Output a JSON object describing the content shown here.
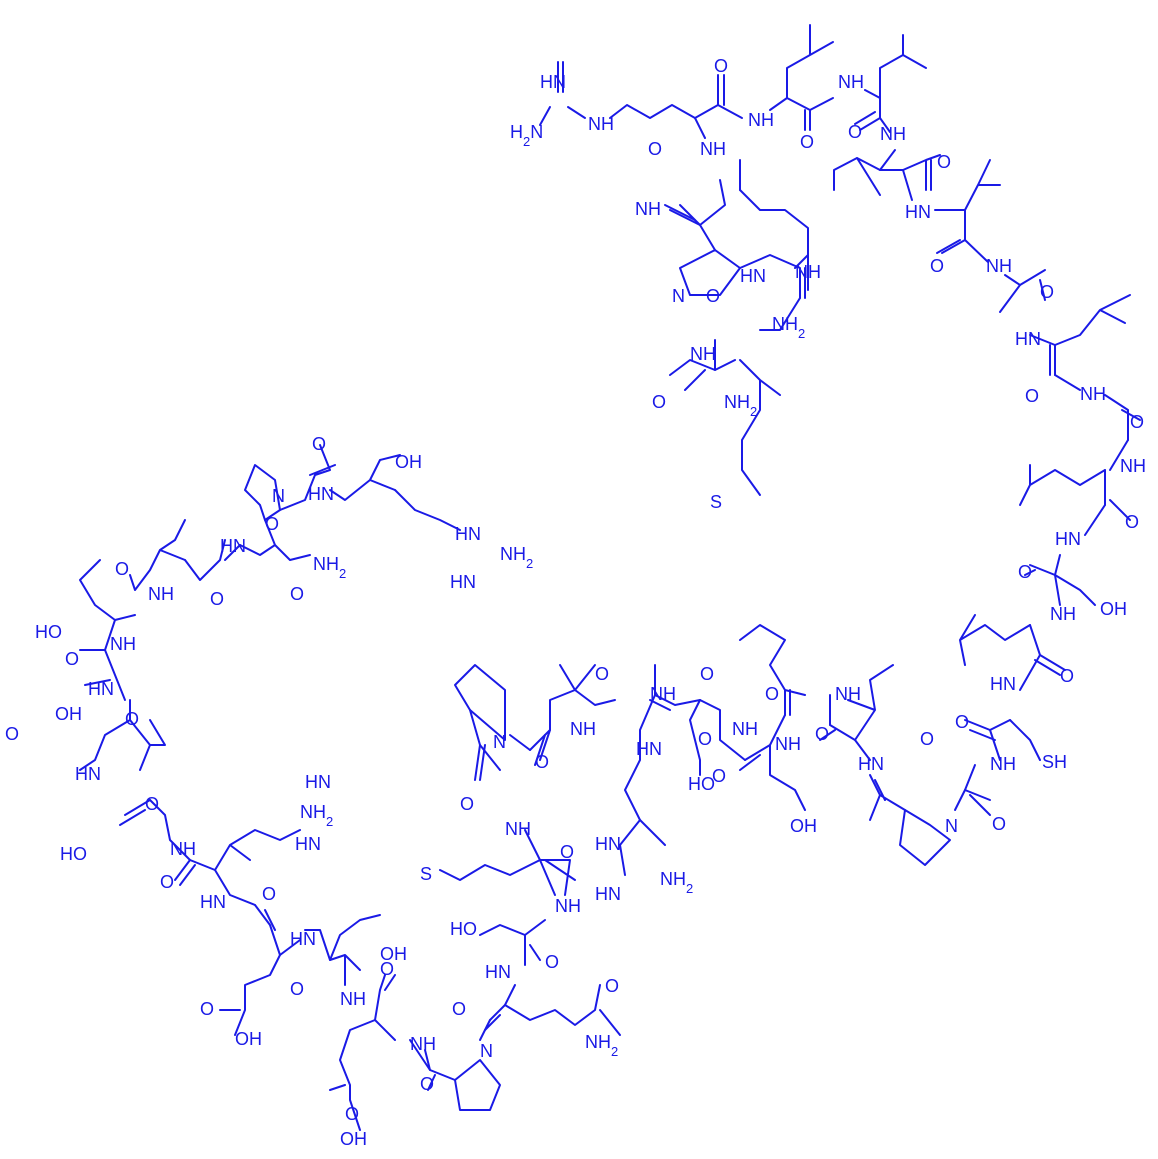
{
  "figure": {
    "color": "#1a1ae6",
    "labels": [
      "HN",
      "NH",
      "H2N",
      "NH2",
      "O",
      "OH",
      "N",
      "S",
      "SH",
      "HO",
      "NH",
      "HN"
    ]
  },
  "atoms": {
    "hn_top": "HN",
    "h2n_top": "H2N",
    "nh_a": "NH",
    "nh_b": "NH",
    "nh_c": "NH",
    "o_a": "O",
    "o_b": "O",
    "o_c": "O",
    "nh_d": "NH",
    "hn_e": "HN",
    "nh2_guan": "NH2",
    "hn_guan": "HN",
    "nh_gly": "NH",
    "o_gly": "O",
    "nh2_met": "NH2",
    "n_pro": "N",
    "o_pro": "O",
    "s_met": "S",
    "hn_r1": "HN",
    "o_r1": "O",
    "nh_r1": "NH",
    "o_r2": "O",
    "hn_r2": "HN",
    "o_r3": "O",
    "nh_r3": "NH",
    "o_r4": "O",
    "hn_r4": "HN",
    "o_r5": "O",
    "nh_r5": "NH",
    "o_r6": "O",
    "nh_r6": "NH",
    "hn_r7": "HN",
    "o_r7": "O",
    "nh_r7": "NH",
    "o_r8": "O",
    "oh_ser": "OH",
    "nh_r9": "NH",
    "o_r9": "O",
    "hn_r10": "HN",
    "o_r10": "O",
    "nh_r10": "NH",
    "sh": "SH",
    "o_gly2": "O",
    "n_pro2": "N",
    "o_pro2": "O",
    "hn_l1": "HN",
    "o_l1": "O",
    "nh_l2": "NH",
    "o_l2": "O",
    "nh_l3": "NH",
    "o_s1": "O",
    "nh_s1": "NH",
    "oh_s1": "OH",
    "ho_s2": "HO",
    "o_s2": "O",
    "nh_s2": "NH",
    "o_rr": "O",
    "nh_rr": "NH",
    "hn_rr_g": "HN",
    "nh2_rr_g": "NH2",
    "hn_rr_g2": "HN",
    "o_v": "O",
    "n_pro3": "N",
    "o_pro3": "O",
    "nh_met2": "NH",
    "o_met2": "O",
    "s_met2": "S",
    "nh_ser3": "NH",
    "ho_ser3": "HO",
    "o_ser3": "O",
    "hn_gln": "HN",
    "o_gln": "O",
    "nh2_gln": "NH2",
    "o_gln2": "O",
    "n_pro4": "N",
    "o_pro4": "O",
    "nh_glu1": "NH",
    "o_glu1": "O",
    "oh_glu1": "OH",
    "o_glu1b": "O",
    "nh_ser4": "NH",
    "o_ser4": "O",
    "oh_ser4": "OH",
    "hn_ser4": "HN",
    "o_glu2": "O",
    "oh_glu2": "OH",
    "hn_glu2": "HN",
    "o_glu2b": "O",
    "hn_arg2": "HN",
    "nh_arg2": "NH",
    "nh2_arg2": "NH2",
    "hn_arg2b": "HN",
    "o_arg2": "O",
    "nh_thr1": "NH",
    "ho_thr1": "HO",
    "o_thr1": "O",
    "hn_asp": "HN",
    "o_asp": "O",
    "oh_asp": "OH",
    "o_asp2": "O",
    "hn_ala": "HN",
    "o_ala": "O",
    "nh_thr2": "NH",
    "ho_thr2": "HO",
    "o_thr2": "O",
    "nh_val2": "NH",
    "o_val2": "O",
    "hn_asn": "HN",
    "o_asn": "O",
    "nh2_asn": "NH2",
    "n_pro5": "N",
    "o_pro5": "O",
    "hn_arg3": "HN",
    "o_cooh": "O",
    "oh_cooh": "OH",
    "hn_arg3g": "HN",
    "nh2_arg3g": "NH2",
    "hn_arg3g2": "HN"
  }
}
